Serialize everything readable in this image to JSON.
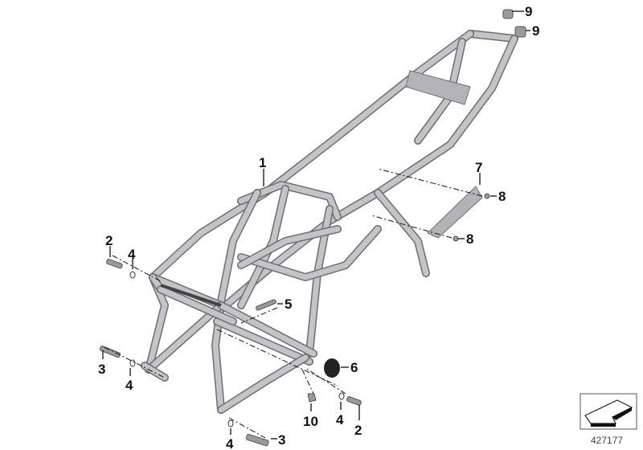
{
  "diagram": {
    "callouts": [
      {
        "id": "1",
        "label": "1"
      },
      {
        "id": "2a",
        "label": "2"
      },
      {
        "id": "2b",
        "label": "2"
      },
      {
        "id": "3a",
        "label": "3"
      },
      {
        "id": "3b",
        "label": "3"
      },
      {
        "id": "4a",
        "label": "4"
      },
      {
        "id": "4b",
        "label": "4"
      },
      {
        "id": "4c",
        "label": "4"
      },
      {
        "id": "4d",
        "label": "4"
      },
      {
        "id": "5",
        "label": "5"
      },
      {
        "id": "6",
        "label": "6"
      },
      {
        "id": "7",
        "label": "7"
      },
      {
        "id": "8a",
        "label": "8"
      },
      {
        "id": "8b",
        "label": "8"
      },
      {
        "id": "9a",
        "label": "9"
      },
      {
        "id": "9b",
        "label": "9"
      },
      {
        "id": "10",
        "label": "10"
      }
    ],
    "reference_number": "427177",
    "orientation_icon": "arrow-direction-icon",
    "colors": {
      "frame": "#c4c4c8",
      "outline": "#6e6e72",
      "text": "#111111"
    }
  }
}
